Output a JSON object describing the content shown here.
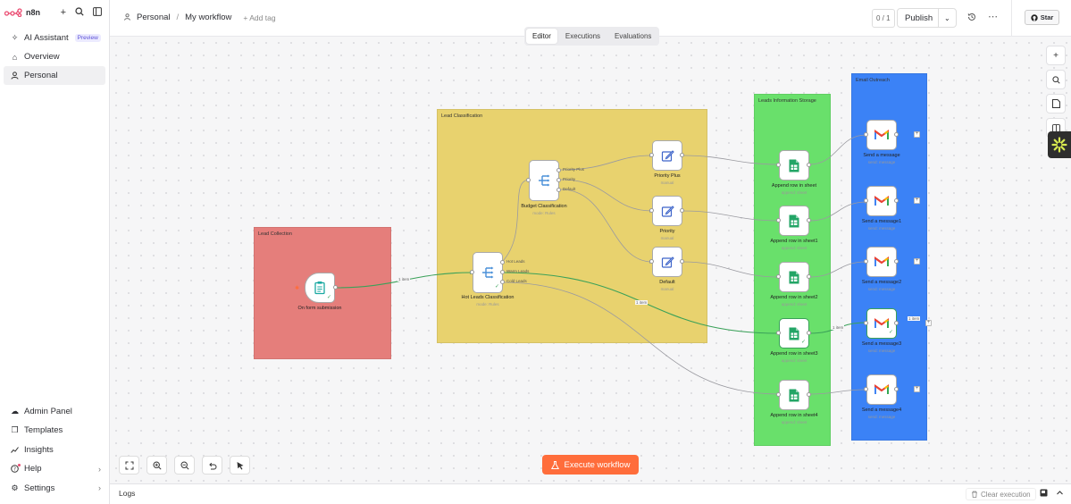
{
  "app": {
    "logo_text": "n8n",
    "accent": "#ff6d5a"
  },
  "sidebar": {
    "items": [
      {
        "label": "AI Assistant",
        "badge": "Preview",
        "icon": "sparkle-icon"
      },
      {
        "label": "Overview",
        "icon": "home-icon"
      },
      {
        "label": "Personal",
        "icon": "user-icon"
      }
    ],
    "bottom_items": [
      {
        "label": "Admin Panel",
        "icon": "cloud-icon"
      },
      {
        "label": "Templates",
        "icon": "box-icon"
      },
      {
        "label": "Insights",
        "icon": "chart-icon"
      },
      {
        "label": "Help",
        "icon": "help-icon"
      },
      {
        "label": "Settings",
        "icon": "gear-icon"
      }
    ]
  },
  "header": {
    "breadcrumb_project": "Personal",
    "breadcrumb_separator": "/",
    "workflow_name": "My workflow",
    "add_tag": "+ Add tag",
    "counter": "0 / 1",
    "publish_label": "Publish",
    "star_label": "Star"
  },
  "tabs": [
    {
      "label": "Editor",
      "active": true
    },
    {
      "label": "Executions",
      "active": false
    },
    {
      "label": "Evaluations",
      "active": false
    }
  ],
  "stickies": [
    {
      "title": "Lead Collection",
      "color": "#e57e7b"
    },
    {
      "title": "Lead Classification",
      "color": "#e8d26e"
    },
    {
      "title": "Leads Information Storage",
      "color": "#69e06b"
    },
    {
      "title": "Email Outreach",
      "color": "#3b82f6"
    }
  ],
  "nodes": [
    {
      "name": "On form submission",
      "sub": "",
      "icon": "form-icon"
    },
    {
      "name": "Hot Leads Classification",
      "sub": "mode: Rules",
      "icon": "switch-icon",
      "outputs": [
        "Hot Leads",
        "Warm Leads",
        "Cold Leads"
      ]
    },
    {
      "name": "Budget Classification",
      "sub": "mode: Rules",
      "icon": "switch-icon",
      "outputs": [
        "Priority Plus",
        "Priority",
        "Default"
      ]
    },
    {
      "name": "Priority Plus",
      "sub": "manual",
      "icon": "edit-icon"
    },
    {
      "name": "Priority",
      "sub": "manual",
      "icon": "edit-icon"
    },
    {
      "name": "Default",
      "sub": "manual",
      "icon": "edit-icon"
    },
    {
      "name": "Append row in sheet",
      "sub": "append: sheet",
      "icon": "sheets-icon"
    },
    {
      "name": "Append row in sheet1",
      "sub": "append: sheet",
      "icon": "sheets-icon"
    },
    {
      "name": "Append row in sheet2",
      "sub": "append: sheet",
      "icon": "sheets-icon"
    },
    {
      "name": "Append row in sheet3",
      "sub": "append: sheet",
      "icon": "sheets-icon"
    },
    {
      "name": "Append row in sheet4",
      "sub": "append: sheet",
      "icon": "sheets-icon"
    },
    {
      "name": "Send a message",
      "sub": "send: message",
      "icon": "gmail-icon"
    },
    {
      "name": "Send a message1",
      "sub": "send: message",
      "icon": "gmail-icon"
    },
    {
      "name": "Send a message2",
      "sub": "send: message",
      "icon": "gmail-icon"
    },
    {
      "name": "Send a message3",
      "sub": "send: message",
      "icon": "gmail-icon"
    },
    {
      "name": "Send a message4",
      "sub": "send: message",
      "icon": "gmail-icon"
    }
  ],
  "edge_labels": [
    "1 item",
    "1 item",
    "1 item",
    "1 item"
  ],
  "execute_label": "Execute workflow",
  "logs": {
    "label": "Logs",
    "clear_label": "Clear execution"
  }
}
